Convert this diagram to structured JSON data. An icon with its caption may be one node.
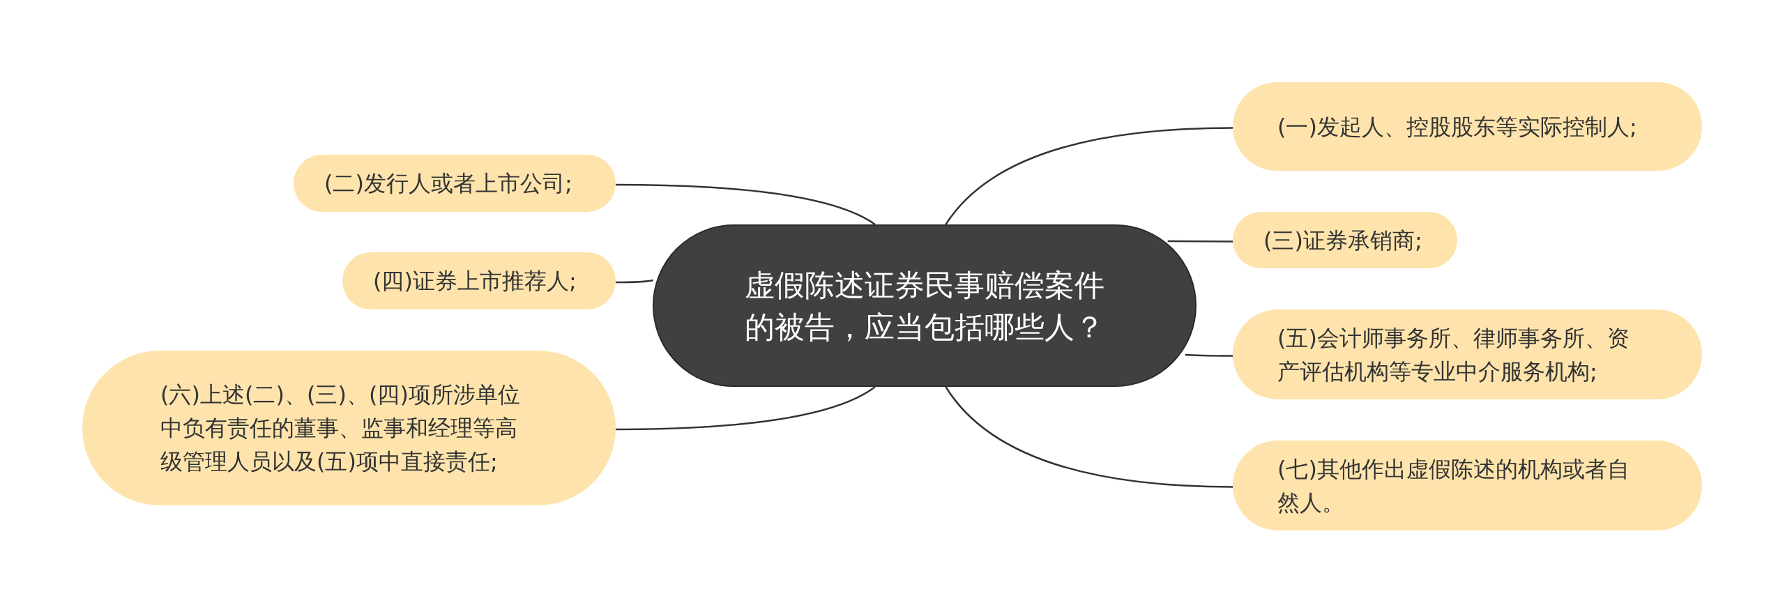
{
  "diagram": {
    "nodes": [
      {
        "text": [
          "虚假陈述证券民事赔偿案件的被告，应当包括哪些人？"
        ]
      },
      {
        "text": [
          "(一)发起人、控股股东等实际控制人;"
        ]
      },
      {
        "text": [
          "(二)发行人或者上市公司;"
        ]
      },
      {
        "text": [
          "(三)证券承销商;"
        ]
      },
      {
        "text": [
          "(四)证券上市推荐人;"
        ]
      },
      {
        "text": [
          "(五)会计师事务所、律师事务所、资产评估机构等专业中介服务机构;"
        ]
      },
      {
        "text": [
          "(六)上述(二)、(三)、(四)项所涉单位中负有责任的董事、监事和经理等高级管理人员以及(五)项中直接责任;"
        ]
      },
      {
        "text": [
          "(七)其他作出虚假陈述的机构或者自然人。"
        ]
      }
    ],
    "edges": [
      {
        "from": 0,
        "to": 1,
        "arrow": "none"
      },
      {
        "from": 0,
        "to": 2,
        "arrow": "none"
      },
      {
        "from": 0,
        "to": 3,
        "arrow": "none"
      },
      {
        "from": 0,
        "to": 4,
        "arrow": "none"
      },
      {
        "from": 0,
        "to": 5,
        "arrow": "none"
      },
      {
        "from": 0,
        "to": 6,
        "arrow": "none"
      },
      {
        "from": 0,
        "to": 7,
        "arrow": "none"
      }
    ]
  }
}
